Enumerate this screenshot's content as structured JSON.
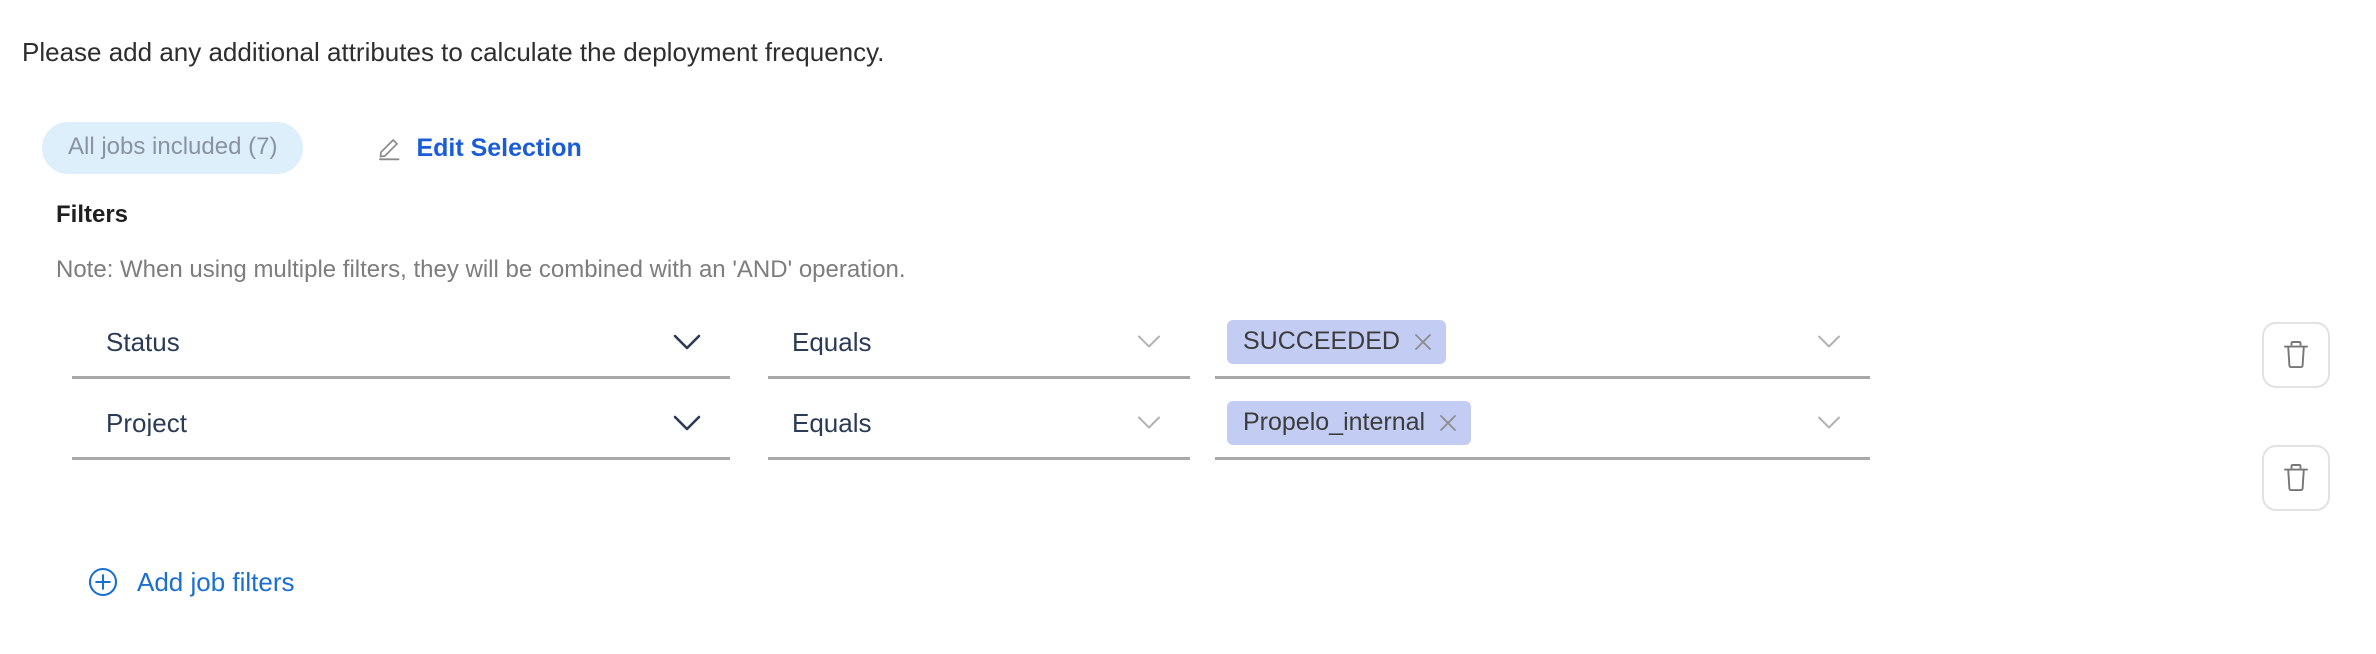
{
  "intro": {
    "text": "Please add any additional attributes to calculate the deployment frequency."
  },
  "selection": {
    "pill_label": "All jobs included (7)",
    "edit_label": "Edit Selection",
    "pencil_icon": "pencil-icon"
  },
  "filters": {
    "heading": "Filters",
    "note": "Note: When using multiple filters, they will be combined with an 'AND' operation.",
    "add_label": "Add job filters",
    "add_icon": "circle-plus-icon",
    "delete_icon": "trash-icon",
    "chevron_icon": "chevron-down-icon",
    "chip_close_icon": "close-icon",
    "rows": [
      {
        "attribute": "Status",
        "operator": "Equals",
        "values": [
          {
            "label": "SUCCEEDED"
          }
        ]
      },
      {
        "attribute": "Project",
        "operator": "Equals",
        "values": [
          {
            "label": "Propelo_internal"
          }
        ]
      }
    ]
  },
  "colors": {
    "link_blue": "#1b5dd6",
    "add_blue": "#1b6fd0",
    "pill_bg": "#ddeffb",
    "pill_text": "#8a93a0",
    "chip_bg": "#c3cdf3",
    "chip_text": "#3c3c3c",
    "field_text": "#2b3a55",
    "underline": "#a8a8a8",
    "note_text": "#7d7d7d",
    "background": "#ffffff"
  }
}
